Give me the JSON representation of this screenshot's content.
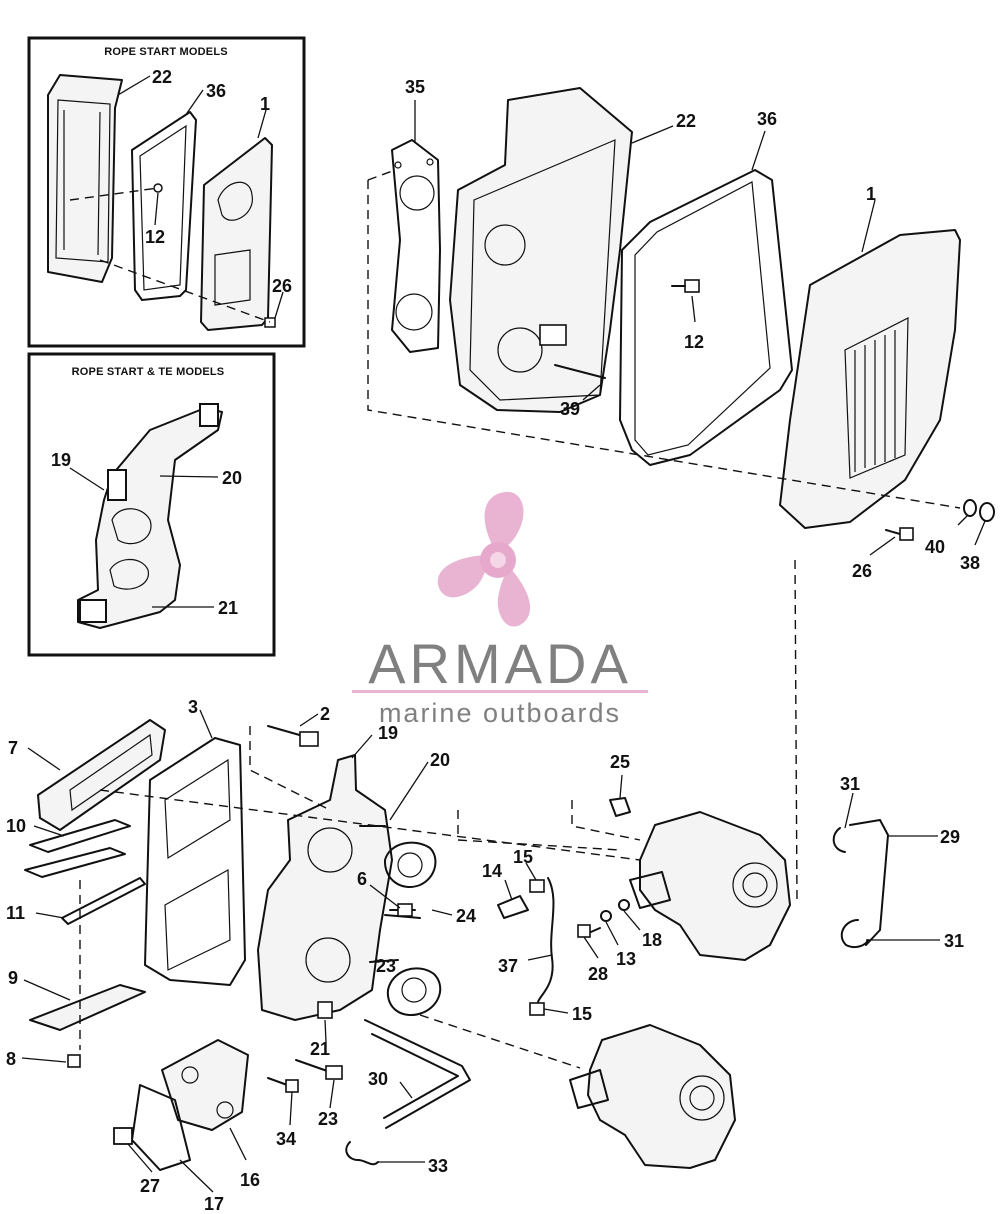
{
  "insets": {
    "rope_start": {
      "title": "ROPE START MODELS"
    },
    "rope_start_te": {
      "title": "ROPE START & TE MODELS"
    }
  },
  "brand": {
    "name": "ARMADA",
    "tagline": "marine outboards",
    "accent_color": "#e6a6cb",
    "text_color": "#6a6a6a"
  },
  "labels": {
    "inset1": [
      "22",
      "36",
      "1",
      "12",
      "26"
    ],
    "inset2": [
      "19",
      "20",
      "21"
    ],
    "cover": [
      "35",
      "22",
      "36",
      "1",
      "12",
      "39",
      "26",
      "40",
      "38"
    ],
    "lower": [
      "2",
      "3",
      "7",
      "10",
      "11",
      "9",
      "8",
      "19",
      "20",
      "6",
      "24",
      "23",
      "21",
      "23",
      "34",
      "16",
      "27",
      "17",
      "30",
      "33",
      "14",
      "15",
      "37",
      "15",
      "25",
      "28",
      "13",
      "18",
      "31",
      "29",
      "31"
    ]
  }
}
